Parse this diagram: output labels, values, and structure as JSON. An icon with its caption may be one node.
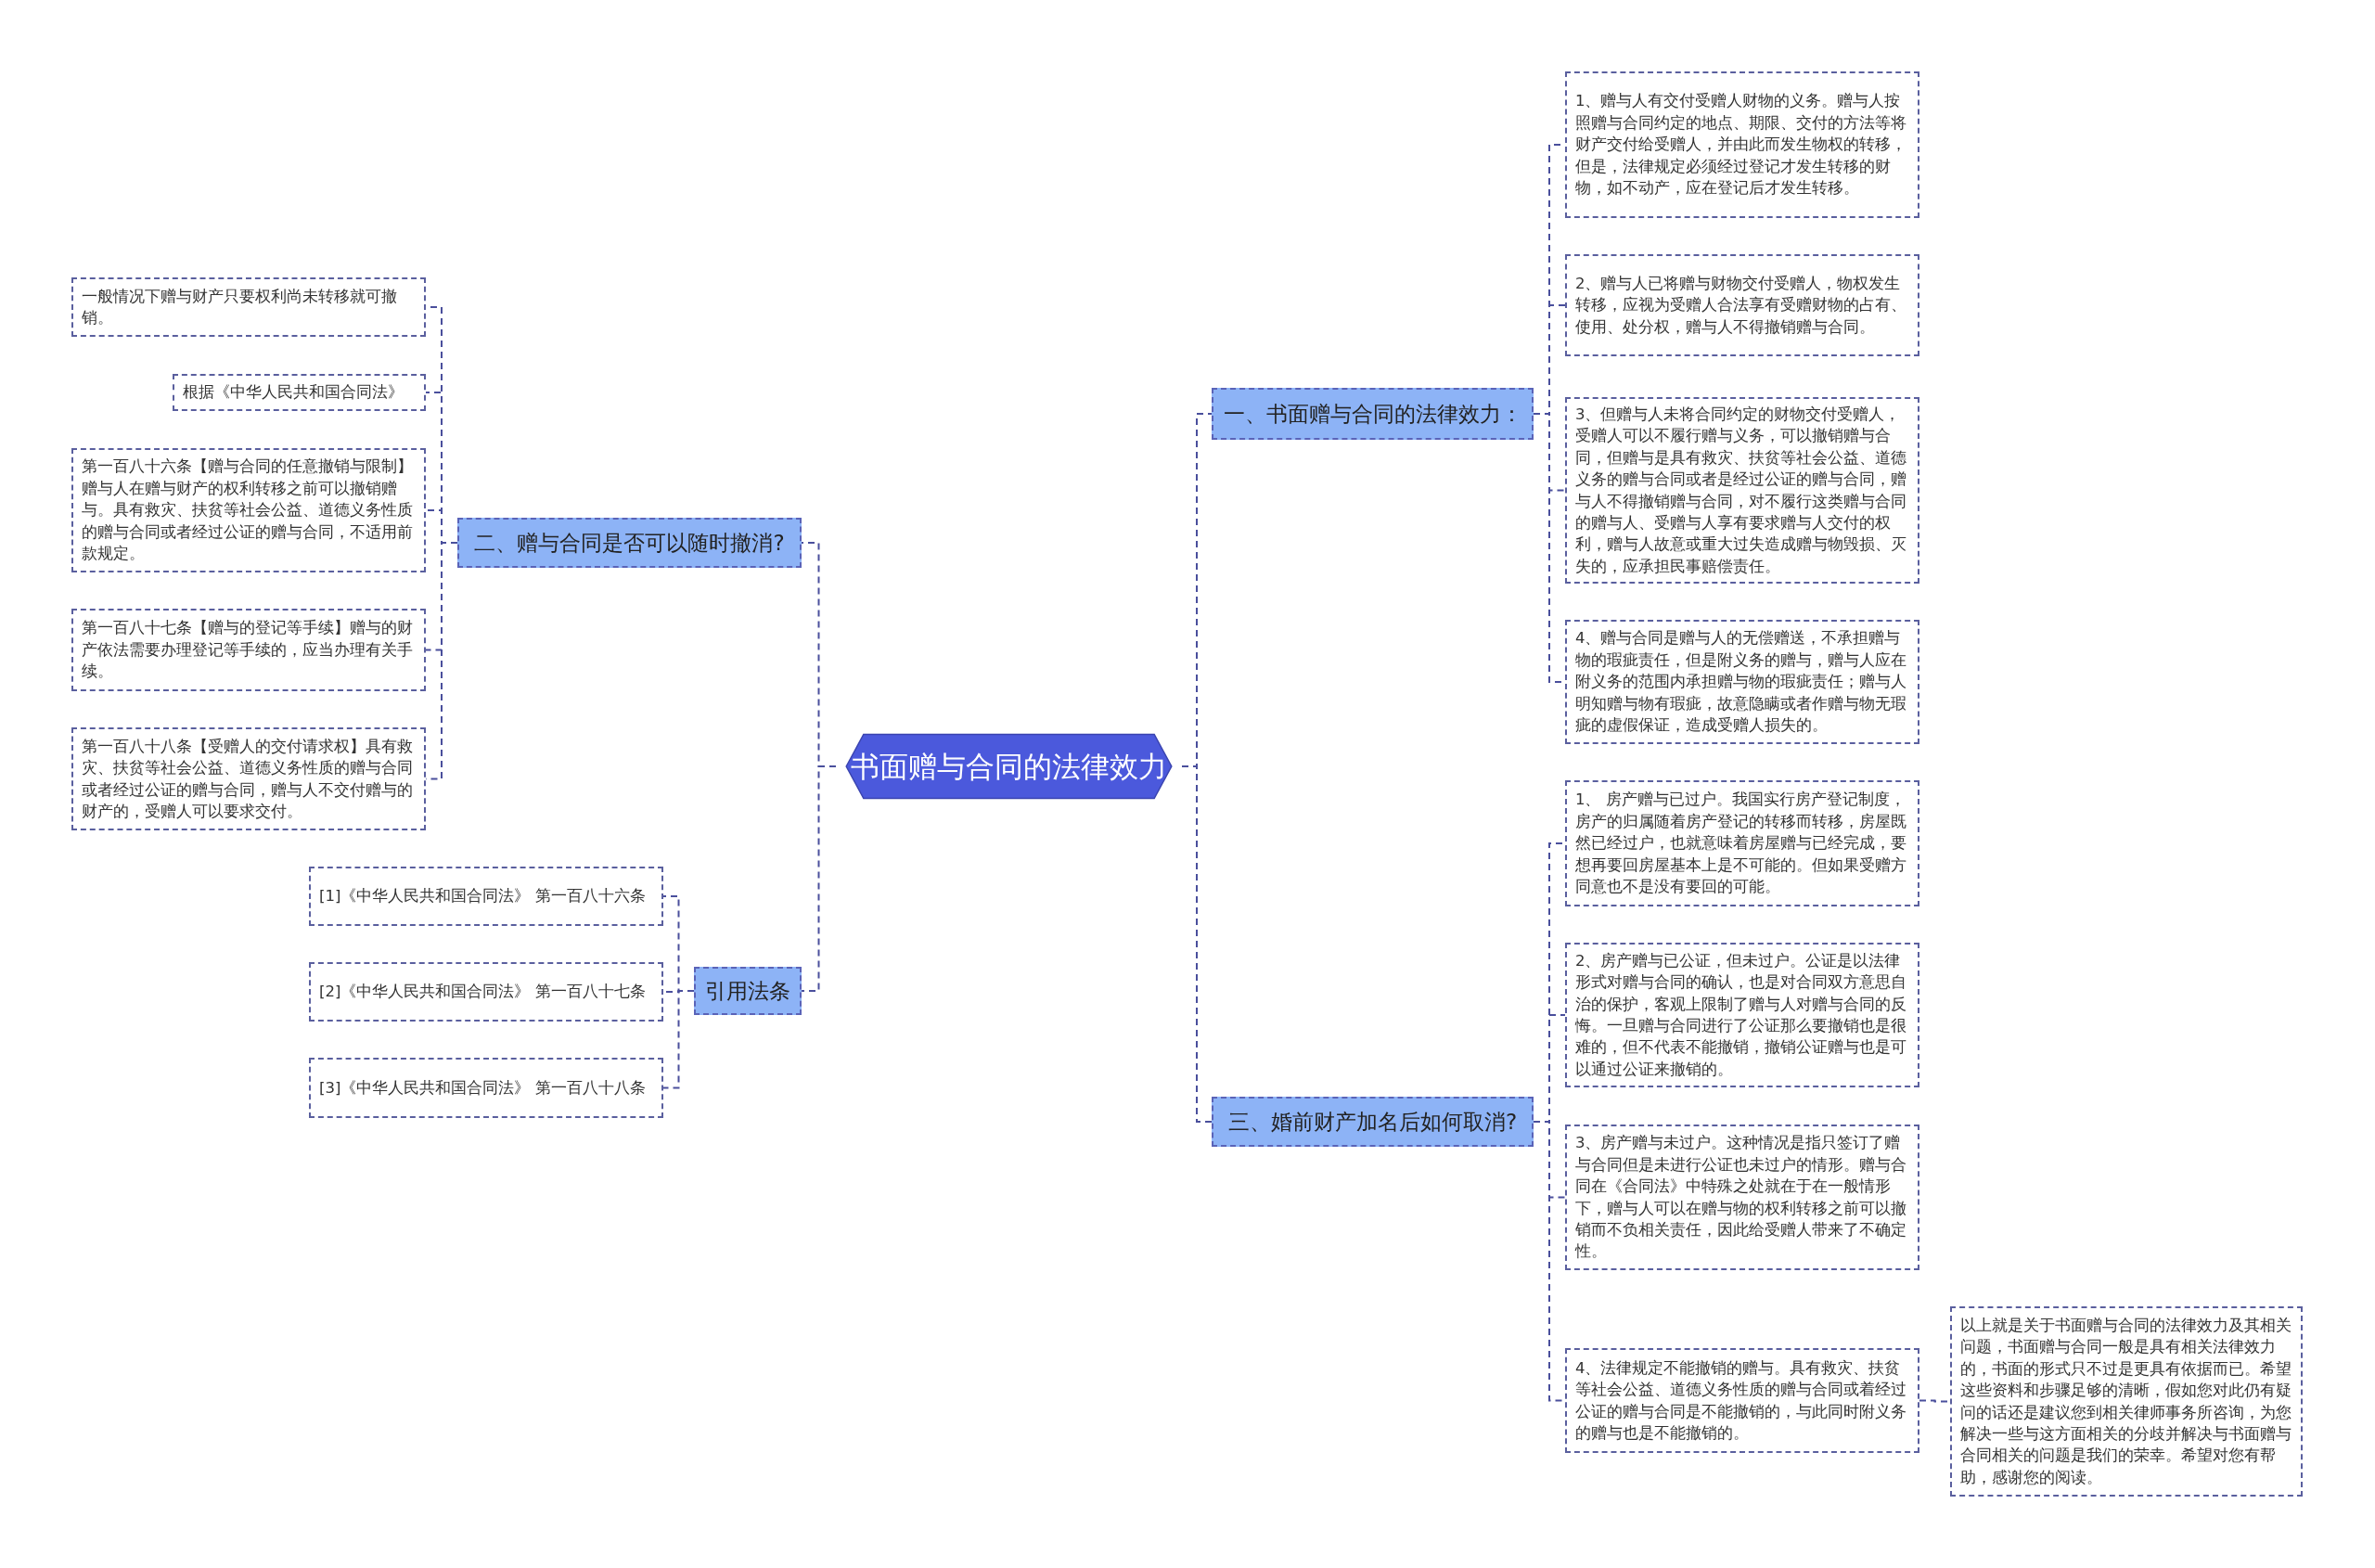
{
  "diagram": {
    "nodes": [
      {
        "text": [
          "书面赠与合同的法律效力"
        ]
      },
      {
        "text": [
          "一、书面赠与合同的法律效力："
        ]
      },
      {
        "text": [
          "1、赠与人有交付受赠人财物的义务。赠与人按照赠与合同约定的地点、期限、交付的方法等将财产交付给受赠人，并由此而发生物权的转移，但是，法律规定必须经过登记才发生转移的财物，如不动产，应在登记后才发生转移。"
        ]
      },
      {
        "text": [
          "2、赠与人已将赠与财物交付受赠人，物权发生转移，应视为受赠人合法享有受赠财物的占有、使用、处分权，赠与人不得撤销赠与合同。"
        ]
      },
      {
        "text": [
          "3、但赠与人未将合同约定的财物交付受赠人，受赠人可以不履行赠与义务，可以撤销赠与合同，但赠与是具有救灾、扶贫等社会公益、道德义务的赠与合同或者是经过公证的赠与合同，赠与人不得撤销赠与合同，对不履行这类赠与合同的赠与人、受赠与人享有要求赠与人交付的权利，赠与人故意或重大过失造成赠与物毁损、灭失的，应承担民事赔偿责任。"
        ]
      },
      {
        "text": [
          "4、赠与合同是赠与人的无偿赠送，不承担赠与物的瑕疵责任，但是附义务的赠与，赠与人应在附义务的范围内承担赠与物的瑕疵责任；赠与人明知赠与物有瑕疵，故意隐瞒或者作赠与物无瑕疵的虚假保证，造成受赠人损失的。"
        ]
      },
      {
        "text": [
          "二、赠与合同是否可以随时撤消?"
        ]
      },
      {
        "text": [
          "一般情况下赠与财产只要权利尚未转移就可撤销。"
        ]
      },
      {
        "text": [
          "根据《中华人民共和国合同法》"
        ]
      },
      {
        "text": [
          "第一百八十六条【赠与合同的任意撤销与限制】赠与人在赠与财产的权利转移之前可以撤销赠与。具有救灾、扶贫等社会公益、道德义务性质的赠与合同或者经过公证的赠与合同，不适用前款规定。"
        ]
      },
      {
        "text": [
          "第一百八十七条【赠与的登记等手续】赠与的财产依法需要办理登记等手续的，应当办理有关手续。"
        ]
      },
      {
        "text": [
          "第一百八十八条【受赠人的交付请求权】具有救灾、扶贫等社会公益、道德义务性质的赠与合同或者经过公证的赠与合同，赠与人不交付赠与的财产的，受赠人可以要求交付。"
        ]
      },
      {
        "text": [
          "引用法条"
        ]
      },
      {
        "text": [
          "[1]《中华人民共和国合同法》 第一百八十六条"
        ]
      },
      {
        "text": [
          "[2]《中华人民共和国合同法》 第一百八十七条"
        ]
      },
      {
        "text": [
          "[3]《中华人民共和国合同法》 第一百八十八条"
        ]
      },
      {
        "text": [
          "三、婚前财产加名后如何取消?"
        ]
      },
      {
        "text": [
          "1、 房产赠与已过户。我国实行房产登记制度，房产的归属随着房产登记的转移而转移，房屋既然已经过户，也就意味着房屋赠与已经完成，要想再要回房屋基本上是不可能的。但如果受赠方同意也不是没有要回的可能。"
        ]
      },
      {
        "text": [
          "2、房产赠与已公证，但未过户。公证是以法律形式对赠与合同的确认，也是对合同双方意思自治的保护，客观上限制了赠与人对赠与合同的反悔。一旦赠与合同进行了公证那么要撤销也是很难的，但不代表不能撤销，撤销公证赠与也是可以通过公证来撤销的。"
        ]
      },
      {
        "text": [
          "3、房产赠与未过户。这种情况是指只签订了赠与合同但是未进行公证也未过户的情形。赠与合同在《合同法》中特殊之处就在于在一般情形下，赠与人可以在赠与物的权利转移之前可以撤销而不负相关责任，因此给受赠人带来了不确定性。"
        ]
      },
      {
        "text": [
          "4、法律规定不能撤销的赠与。具有救灾、扶贫等社会公益、道德义务性质的赠与合同或着经过公证的赠与合同是不能撤销的，与此同时附义务的赠与也是不能撤销的。"
        ]
      },
      {
        "text": [
          "以上就是关于书面赠与合同的法律效力及其相关问题，书面赠与合同一般是具有相关法律效力的，书面的形式只不过是更具有依据而已。希望这些资料和步骤足够的清晰，假如您对此仍有疑问的话还是建议您到相关律师事务所咨询，为您解决一些与这方面相关的分歧并解决与书面赠与合同相关的问题是我们的荣幸。希望对您有帮助，感谢您的阅读。"
        ]
      }
    ],
    "edges": [
      {
        "from": 0,
        "to": 1,
        "arrow": "none"
      },
      {
        "from": 1,
        "to": 2,
        "arrow": "none"
      },
      {
        "from": 1,
        "to": 3,
        "arrow": "none"
      },
      {
        "from": 1,
        "to": 4,
        "arrow": "none"
      },
      {
        "from": 1,
        "to": 5,
        "arrow": "none"
      },
      {
        "from": 0,
        "to": 6,
        "arrow": "none"
      },
      {
        "from": 6,
        "to": 7,
        "arrow": "none"
      },
      {
        "from": 6,
        "to": 8,
        "arrow": "none"
      },
      {
        "from": 6,
        "to": 9,
        "arrow": "none"
      },
      {
        "from": 6,
        "to": 10,
        "arrow": "none"
      },
      {
        "from": 6,
        "to": 11,
        "arrow": "none"
      },
      {
        "from": 0,
        "to": 12,
        "arrow": "none"
      },
      {
        "from": 12,
        "to": 13,
        "arrow": "none"
      },
      {
        "from": 12,
        "to": 14,
        "arrow": "none"
      },
      {
        "from": 12,
        "to": 15,
        "arrow": "none"
      },
      {
        "from": 0,
        "to": 16,
        "arrow": "none"
      },
      {
        "from": 16,
        "to": 17,
        "arrow": "none"
      },
      {
        "from": 16,
        "to": 18,
        "arrow": "none"
      },
      {
        "from": 16,
        "to": 19,
        "arrow": "none"
      },
      {
        "from": 16,
        "to": 20,
        "arrow": "none"
      },
      {
        "from": 20,
        "to": 21,
        "arrow": "none"
      }
    ]
  }
}
